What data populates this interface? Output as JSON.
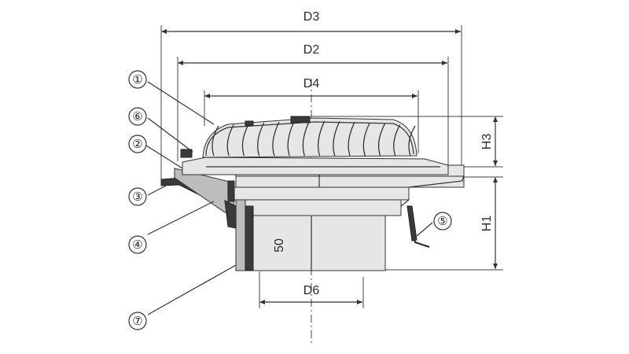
{
  "dimensions": {
    "d3": "D3",
    "d2": "D2",
    "d4": "D4",
    "d6": "D6",
    "h3": "H3",
    "h1": "H1",
    "fifty": "50"
  },
  "callouts": [
    "①",
    "⑥",
    "②",
    "③",
    "④",
    "⑤",
    "⑦"
  ]
}
